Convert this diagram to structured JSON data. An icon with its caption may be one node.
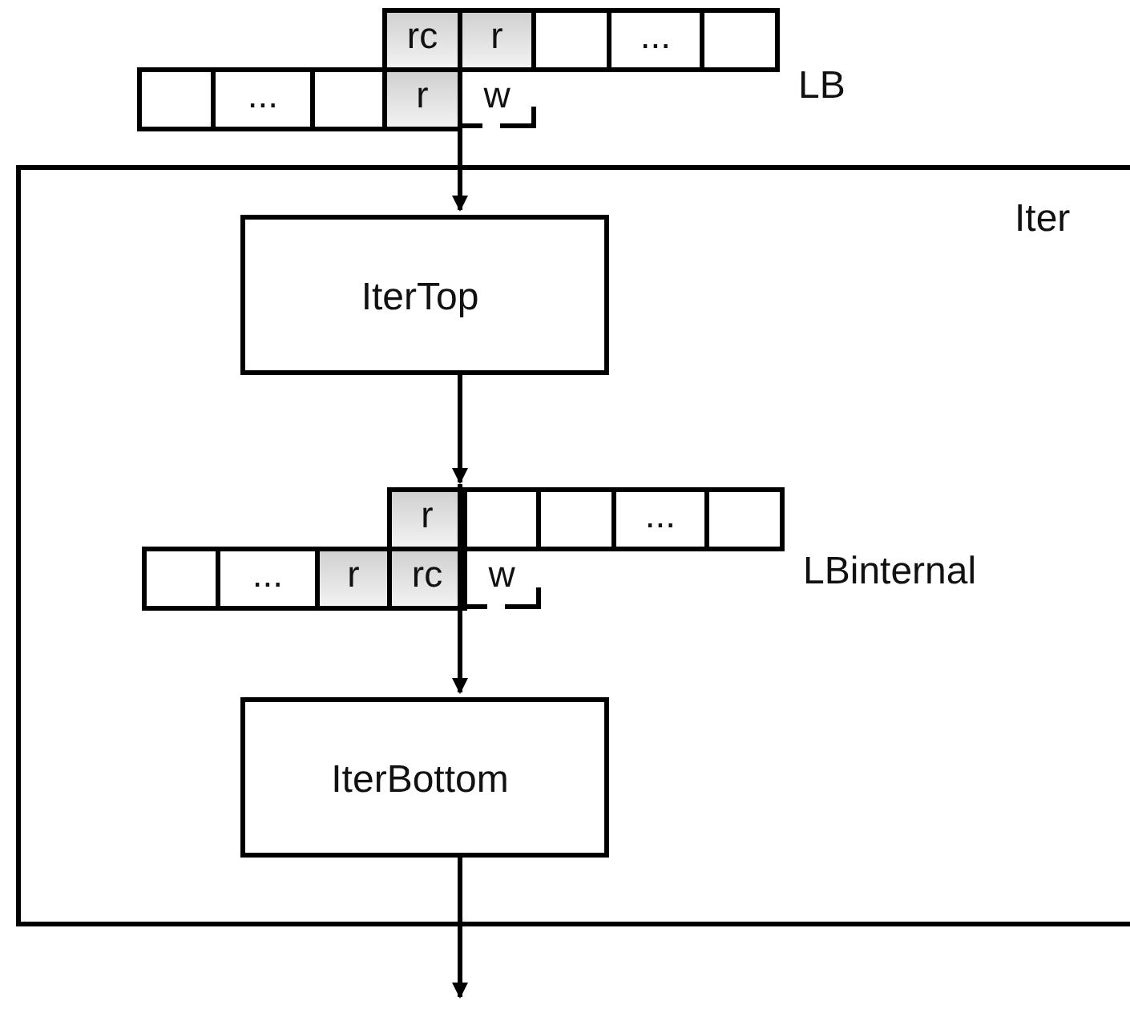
{
  "diagram": {
    "nodes": [
      {
        "text": [],
        "shape": "box",
        "beside": [
          "LB"
        ]
      },
      {
        "text": [
          "Iter"
        ]
      },
      {
        "text": [
          "IterTop"
        ],
        "in": 1
      },
      {
        "text": [],
        "shape": "box",
        "beside": [
          "LBinternal"
        ],
        "in": 1
      },
      {
        "text": [
          "IterBottom"
        ],
        "in": 1
      }
    ],
    "edges": [
      {
        "from": 0,
        "to": 2,
        "arrow": "to"
      },
      {
        "from": 2,
        "to": 3,
        "arrow": "to"
      },
      {
        "from": 3,
        "to": 4,
        "arrow": "to"
      },
      {
        "from": 4,
        "to": null,
        "arrow": "to"
      }
    ],
    "labels": [
      "rc",
      "r",
      "...",
      "...",
      "r",
      "w",
      "r",
      "...",
      "...",
      "r",
      "rc",
      "w"
    ]
  }
}
